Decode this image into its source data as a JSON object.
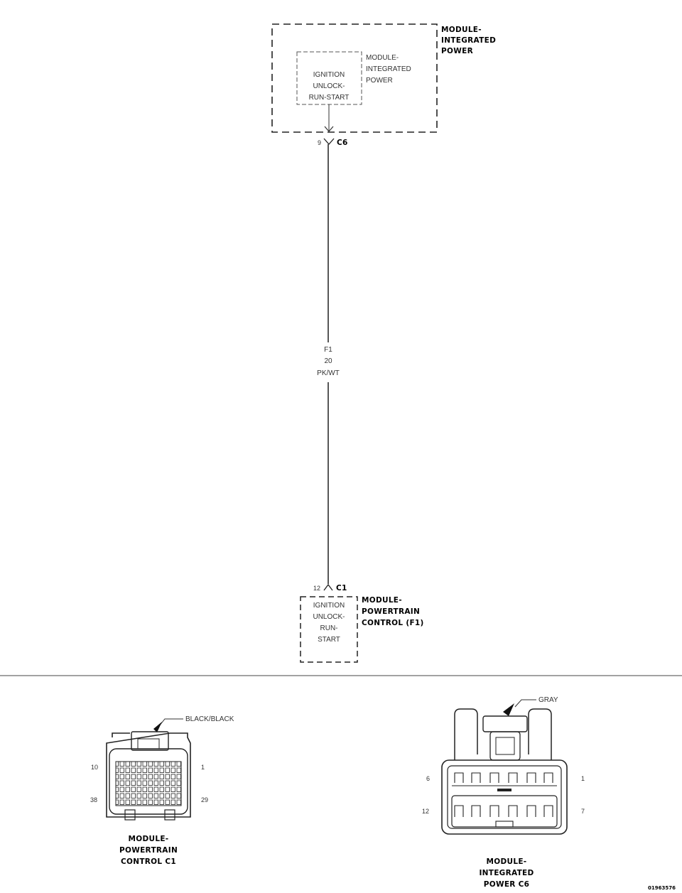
{
  "top_module": {
    "name_lines": [
      "MODULE-",
      "INTEGRATED",
      "POWER"
    ],
    "inner_box_lines": [
      "IGNITION",
      "UNLOCK-",
      "RUN-START"
    ],
    "inner_name_lines": [
      "MODULE-",
      "INTEGRATED",
      "POWER"
    ],
    "connector": "C6",
    "pin": "9"
  },
  "wire": {
    "circuit": "F1",
    "gauge": "20",
    "color": "PK/WT"
  },
  "bottom_module": {
    "name_lines": [
      "MODULE-",
      "POWERTRAIN",
      "CONTROL (F1)"
    ],
    "box_lines": [
      "IGNITION",
      "UNLOCK-",
      "RUN-",
      "START"
    ],
    "connector": "C1",
    "pin": "12"
  },
  "connector_left": {
    "color_label": "BLACK/BLACK",
    "pin_top_left": "10",
    "pin_top_right": "1",
    "pin_bottom_left": "38",
    "pin_bottom_right": "29",
    "caption_lines": [
      "MODULE-",
      "POWERTRAIN",
      "CONTROL C1"
    ]
  },
  "connector_right": {
    "color_label": "GRAY",
    "pin_top_left": "6",
    "pin_top_right": "1",
    "pin_bottom_left": "12",
    "pin_bottom_right": "7",
    "caption_lines": [
      "MODULE-",
      "INTEGRATED",
      "POWER C6"
    ]
  },
  "figure_id": "01963576"
}
